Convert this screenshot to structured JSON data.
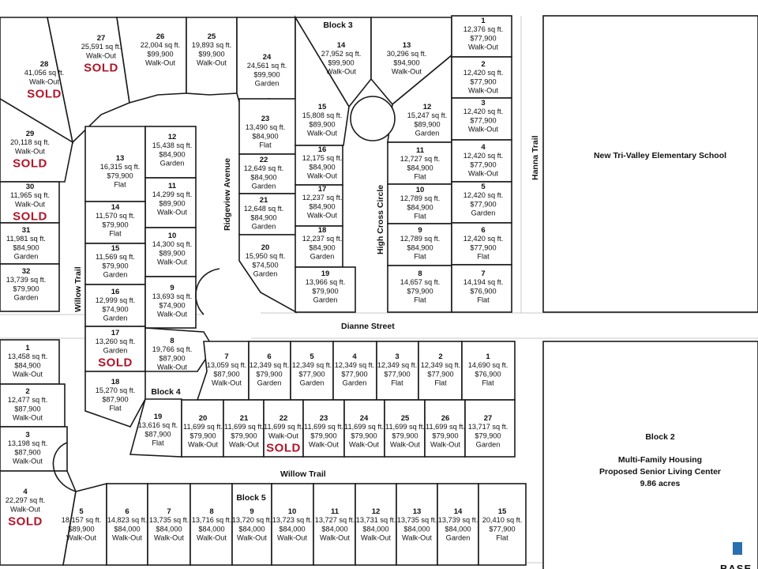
{
  "streets": {
    "willow_trail_v": "Willow Trail",
    "willow_trail_h": "Willow Trail",
    "ridgeview": "Ridgeview Avenue",
    "dianne": "Dianne Street",
    "high_cross": "High Cross Circle",
    "hanna": "Hanna Trail"
  },
  "blocks": {
    "block3": "Block 3",
    "block4": "Block 4",
    "block5": "Block 5"
  },
  "school": "New Tri-Valley Elementary School",
  "block2": {
    "title": "Block 2",
    "line1": "Multi-Family Housing",
    "line2": "Proposed Senior Living Center",
    "line3": "9.86 acres"
  },
  "brand": "BASE",
  "sold_label": "SOLD",
  "lots": {
    "b4_28": {
      "num": "28",
      "sqft": "41,056 sq ft.",
      "type": "Walk-Out",
      "sold": true
    },
    "b4_27": {
      "num": "27",
      "sqft": "25,591 sq ft.",
      "type": "Walk-Out",
      "sold": true
    },
    "b4_26": {
      "num": "26",
      "sqft": "22,004 sq ft.",
      "price": "$99,900",
      "type": "Walk-Out"
    },
    "b4_25": {
      "num": "25",
      "sqft": "19,893 sq ft.",
      "price": "$99,900",
      "type": "Walk-Out"
    },
    "b4_24": {
      "num": "24",
      "sqft": "24,561 sq ft.",
      "price": "$99,900",
      "type": "Garden"
    },
    "b4_23": {
      "num": "23",
      "sqft": "13,490 sq ft.",
      "price": "$84,900",
      "type": "Flat"
    },
    "b4_22": {
      "num": "22",
      "sqft": "12,649 sq ft.",
      "price": "$84,900",
      "type": "Garden"
    },
    "b4_21": {
      "num": "21",
      "sqft": "12,648 sq ft.",
      "price": "$84,900",
      "type": "Garden"
    },
    "b4_20": {
      "num": "20",
      "sqft": "15,950 sq ft.",
      "price": "$74,500",
      "type": "Garden"
    },
    "b4_29": {
      "num": "29",
      "sqft": "20,118 sq ft.",
      "type": "Walk-Out",
      "sold": true
    },
    "b4_30": {
      "num": "30",
      "sqft": "11,965 sq ft.",
      "type": "Walk-Out",
      "sold": true
    },
    "b4_31": {
      "num": "31",
      "sqft": "11,981 sq ft.",
      "price": "$84,900",
      "type": "Garden"
    },
    "b4_32": {
      "num": "32",
      "sqft": "13,739 sq ft.",
      "price": "$79,900",
      "type": "Garden"
    },
    "b4_13": {
      "num": "13",
      "sqft": "16,315 sq ft.",
      "price": "$79,900",
      "type": "Flat"
    },
    "b4_12": {
      "num": "12",
      "sqft": "15,438 sq ft.",
      "price": "$84,900",
      "type": "Garden"
    },
    "b4_11": {
      "num": "11",
      "sqft": "14,299 sq ft.",
      "price": "$89,900",
      "type": "Walk-Out"
    },
    "b4_14": {
      "num": "14",
      "sqft": "11,570 sq ft.",
      "price": "$79,900",
      "type": "Flat"
    },
    "b4_10": {
      "num": "10",
      "sqft": "14,300 sq ft.",
      "price": "$89,900",
      "type": "Walk-Out"
    },
    "b4_15": {
      "num": "15",
      "sqft": "11,569 sq ft.",
      "price": "$79,900",
      "type": "Garden"
    },
    "b4_16": {
      "num": "16",
      "sqft": "12,999 sq ft.",
      "price": "$74,900",
      "type": "Garden"
    },
    "b4_9": {
      "num": "9",
      "sqft": "13,693 sq ft.",
      "price": "$74,900",
      "type": "Walk-Out"
    },
    "b4_17": {
      "num": "17",
      "sqft": "13,260 sq ft.",
      "type": "Garden",
      "sold": true
    },
    "b4_8": {
      "num": "8",
      "sqft": "19,766 sq ft.",
      "price": "$87,900",
      "type": "Walk-Out"
    },
    "b4_18": {
      "num": "18",
      "sqft": "15,270 sq ft.",
      "price": "$87,900",
      "type": "Flat"
    },
    "b4_19": {
      "num": "19",
      "sqft": "13,616 sq ft.",
      "price": "$87,900",
      "type": "Flat"
    },
    "b3_14": {
      "num": "14",
      "sqft": "27,952 sq ft.",
      "price": "$99,900",
      "type": "Walk-Out"
    },
    "b3_13": {
      "num": "13",
      "sqft": "30,296 sq ft.",
      "price": "$94,900",
      "type": "Walk-Out"
    },
    "b3_15": {
      "num": "15",
      "sqft": "15,808 sq ft.",
      "price": "$89,900",
      "type": "Walk-Out"
    },
    "b3_12": {
      "num": "12",
      "sqft": "15,247 sq ft.",
      "price": "$89,900",
      "type": "Garden"
    },
    "b3_16": {
      "num": "16",
      "sqft": "12,175 sq ft.",
      "price": "$84,900",
      "type": "Walk-Out"
    },
    "b3_11": {
      "num": "11",
      "sqft": "12,727 sq ft.",
      "price": "$84,900",
      "type": "Flat"
    },
    "b3_17": {
      "num": "17",
      "sqft": "12,237 sq ft.",
      "price": "$84,900",
      "type": "Walk-Out"
    },
    "b3_10": {
      "num": "10",
      "sqft": "12,789 sq ft.",
      "price": "$84,900",
      "type": "Flat"
    },
    "b3_18": {
      "num": "18",
      "sqft": "12,237 sq ft.",
      "price": "$84,900",
      "type": "Garden"
    },
    "b3_9": {
      "num": "9",
      "sqft": "12,789 sq ft.",
      "price": "$84,900",
      "type": "Flat"
    },
    "b3_19": {
      "num": "19",
      "sqft": "13,966 sq ft.",
      "price": "$79,900",
      "type": "Garden"
    },
    "b3_8": {
      "num": "8",
      "sqft": "14,657 sq ft.",
      "price": "$79,900",
      "type": "Flat"
    },
    "b3_1": {
      "num": "1",
      "sqft": "12,376 sq ft.",
      "price": "$77,900",
      "type": "Walk-Out"
    },
    "b3_2": {
      "num": "2",
      "sqft": "12,420 sq ft.",
      "price": "$77,900",
      "type": "Walk-Out"
    },
    "b3_3": {
      "num": "3",
      "sqft": "12,420 sq ft.",
      "price": "$77,900",
      "type": "Walk-Out"
    },
    "b3_4": {
      "num": "4",
      "sqft": "12,420 sq ft.",
      "price": "$77,900",
      "type": "Walk-Out"
    },
    "b3_5": {
      "num": "5",
      "sqft": "12,420 sq ft.",
      "price": "$77,900",
      "type": "Garden"
    },
    "b3_6": {
      "num": "6",
      "sqft": "12,420 sq ft.",
      "price": "$77,900",
      "type": "Flat"
    },
    "b3_7": {
      "num": "7",
      "sqft": "14,194 sq ft.",
      "price": "$76,900",
      "type": "Flat"
    },
    "b1w_1": {
      "num": "1",
      "sqft": "13,458 sq ft.",
      "price": "$84,900",
      "type": "Walk-Out"
    },
    "b1w_2": {
      "num": "2",
      "sqft": "12,477 sq ft.",
      "price": "$87,900",
      "type": "Walk-Out"
    },
    "b1w_3": {
      "num": "3",
      "sqft": "13,198 sq ft.",
      "price": "$87,900",
      "type": "Walk-Out"
    },
    "b1w_4": {
      "num": "4",
      "sqft": "22,297 sq ft.",
      "type": "Walk-Out",
      "sold": true
    },
    "b4s_7": {
      "num": "7",
      "sqft": "13,059 sq ft.",
      "price": "$87,900",
      "type": "Walk-Out"
    },
    "b4s_6": {
      "num": "6",
      "sqft": "12,349 sq ft.",
      "price": "$79,900",
      "type": "Garden"
    },
    "b4s_5": {
      "num": "5",
      "sqft": "12,349 sq ft.",
      "price": "$77,900",
      "type": "Garden"
    },
    "b4s_4": {
      "num": "4",
      "sqft": "12,349 sq ft.",
      "price": "$77,900",
      "type": "Garden"
    },
    "b4s_3": {
      "num": "3",
      "sqft": "12,349 sq ft.",
      "price": "$77,900",
      "type": "Flat"
    },
    "b4s_2": {
      "num": "2",
      "sqft": "12,349 sq ft.",
      "price": "$77,900",
      "type": "Flat"
    },
    "b4s_1": {
      "num": "1",
      "sqft": "14,690 sq ft.",
      "price": "$76,900",
      "type": "Flat"
    },
    "b4s_20": {
      "num": "20",
      "sqft": "11,699 sq ft.",
      "price": "$79,900",
      "type": "Walk-Out"
    },
    "b4s_21": {
      "num": "21",
      "sqft": "11,699 sq ft.",
      "price": "$79,900",
      "type": "Walk-Out"
    },
    "b4s_22": {
      "num": "22",
      "sqft": "11,699 sq ft.",
      "type": "Walk-Out",
      "sold": true
    },
    "b4s_23": {
      "num": "23",
      "sqft": "11,699 sq ft.",
      "price": "$79,900",
      "type": "Walk-Out"
    },
    "b4s_24": {
      "num": "24",
      "sqft": "11,699 sq ft.",
      "price": "$79,900",
      "type": "Walk-Out"
    },
    "b4s_25": {
      "num": "25",
      "sqft": "11,699 sq ft.",
      "price": "$79,900",
      "type": "Walk-Out"
    },
    "b4s_26": {
      "num": "26",
      "sqft": "11,699 sq ft.",
      "price": "$79,900",
      "type": "Walk-Out"
    },
    "b4s_27": {
      "num": "27",
      "sqft": "13,717 sq ft.",
      "price": "$79,900",
      "type": "Garden"
    },
    "b5_5": {
      "num": "5",
      "sqft": "18,157 sq ft.",
      "price": "$89,900",
      "type": "Walk-Out"
    },
    "b5_6": {
      "num": "6",
      "sqft": "14,823 sq ft.",
      "price": "$84,000",
      "type": "Walk-Out"
    },
    "b5_7": {
      "num": "7",
      "sqft": "13,735 sq ft.",
      "price": "$84,000",
      "type": "Walk-Out"
    },
    "b5_8": {
      "num": "8",
      "sqft": "13,716 sq ft.",
      "price": "$84,000",
      "type": "Walk-Out"
    },
    "b5_9": {
      "num": "9",
      "sqft": "13,720 sq ft.",
      "price": "$84,000",
      "type": "Walk-Out"
    },
    "b5_10": {
      "num": "10",
      "sqft": "13,723 sq ft.",
      "price": "$84,000",
      "type": "Walk-Out"
    },
    "b5_11": {
      "num": "11",
      "sqft": "13,727 sq ft.",
      "price": "$84,000",
      "type": "Walk-Out"
    },
    "b5_12": {
      "num": "12",
      "sqft": "13,731 sq ft.",
      "price": "$84,000",
      "type": "Walk-Out"
    },
    "b5_13": {
      "num": "13",
      "sqft": "13,735 sq ft.",
      "price": "$84,000",
      "type": "Walk-Out"
    },
    "b5_14": {
      "num": "14",
      "sqft": "13,739 sq ft.",
      "price": "$84,000",
      "type": "Garden"
    },
    "b5_15": {
      "num": "15",
      "sqft": "20,410 sq ft.",
      "price": "$77,900",
      "type": "Flat"
    }
  }
}
